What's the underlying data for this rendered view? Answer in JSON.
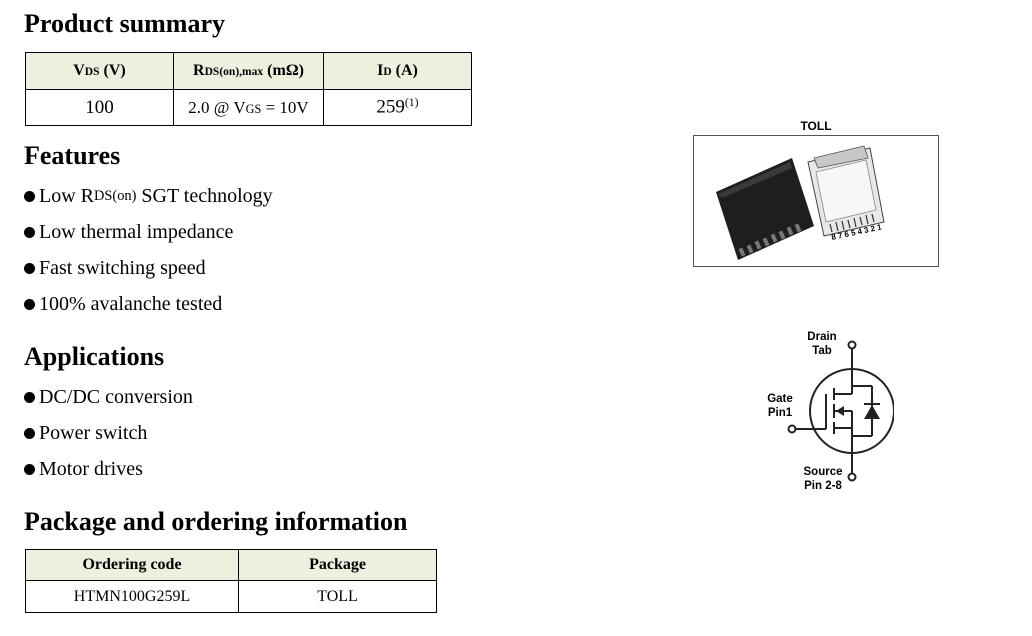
{
  "product_summary": {
    "title": "Product summary",
    "headers": {
      "vds": {
        "main": "V",
        "sub": "DS",
        "unit": " (V)"
      },
      "rds": {
        "main": "R",
        "sub": "DS(on),max",
        "unit": " (mΩ)"
      },
      "id": {
        "main": "I",
        "sub": "D",
        "unit": " (A)"
      }
    },
    "row": {
      "vds": "100",
      "rds_pre": "2.0 @ V",
      "rds_sub": "GS",
      "rds_post": " = 10V",
      "id": "259",
      "id_note": "(1)"
    }
  },
  "features": {
    "title": "Features",
    "item1_pre": "Low R",
    "item1_sub": "DS(on)",
    "item1_post": " SGT technology",
    "item2": "Low thermal impedance",
    "item3": "Fast switching speed",
    "item4": "100% avalanche tested"
  },
  "applications": {
    "title": "Applications",
    "items": [
      "DC/DC conversion",
      "Power switch",
      "Motor drives"
    ]
  },
  "ordering": {
    "title": "Package and ordering information",
    "headers": [
      "Ordering code",
      "Package"
    ],
    "row": [
      "HTMN100G259L",
      "TOLL"
    ]
  },
  "package_figure": {
    "title": "TOLL",
    "pin_numbers": "8 7 6 5 4 3 2 1"
  },
  "symbol": {
    "drain_line1": "Drain",
    "drain_line2": "Tab",
    "gate_line1": "Gate",
    "gate_line2": "Pin1",
    "source_line1": "Source",
    "source_line2": "Pin 2-8"
  }
}
